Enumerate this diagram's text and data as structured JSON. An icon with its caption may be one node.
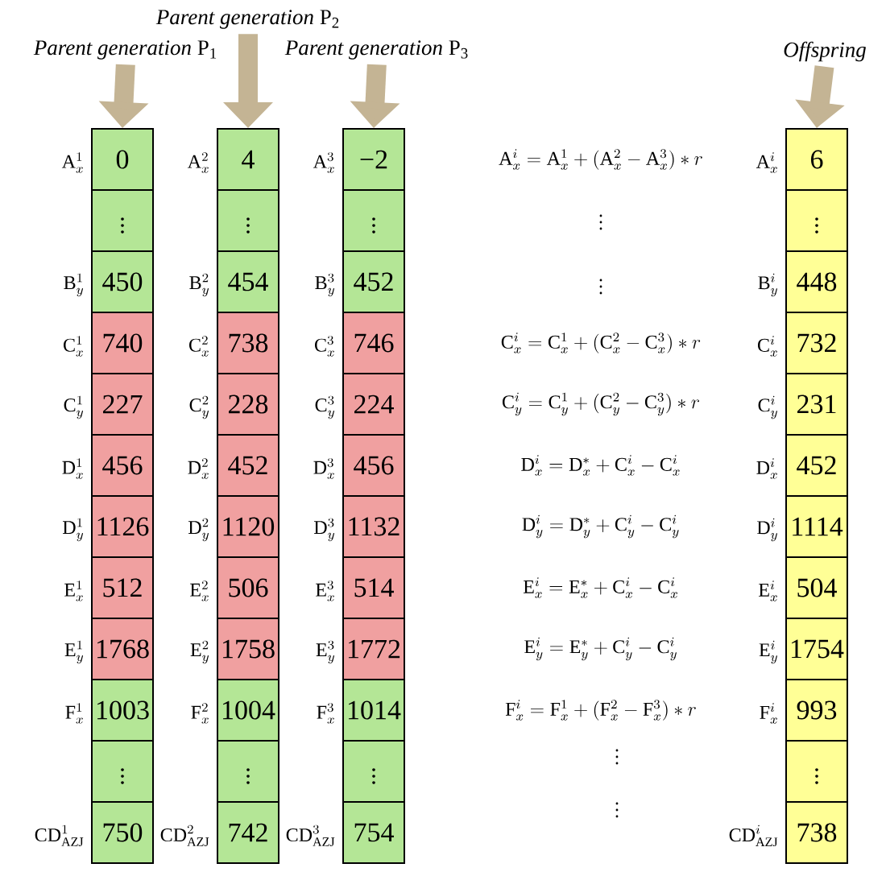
{
  "diagram": {
    "nodes": [
      {
        "text": [
          "*Parent generation* P$_{1}$"
        ]
      },
      {
        "text": [
          "*Parent generation* P$_{2}$"
        ]
      },
      {
        "text": [
          "*Parent generation* P$_{3}$"
        ]
      },
      {
        "text": [
          "Offspring"
        ]
      },
      {
        "text": [
          "0"
        ],
        "beside": [
          "\\mathrm{A}_x^1"
        ]
      },
      {
        "text": [
          "\\vdots"
        ]
      },
      {
        "text": [
          "450"
        ],
        "beside": [
          "\\mathrm{B}_y^1"
        ]
      },
      {
        "text": [
          "740"
        ],
        "beside": [
          "\\mathrm{C}_x^1"
        ]
      },
      {
        "text": [
          "227"
        ],
        "beside": [
          "\\mathrm{C}_y^1"
        ]
      },
      {
        "text": [
          "456"
        ],
        "beside": [
          "\\mathrm{D}_x^1"
        ]
      },
      {
        "text": [
          "1126"
        ],
        "beside": [
          "\\mathrm{D}_y^1"
        ]
      },
      {
        "text": [
          "512"
        ],
        "beside": [
          "\\mathrm{E}_x^1"
        ]
      },
      {
        "text": [
          "1768"
        ],
        "beside": [
          "\\mathrm{E}_y^1"
        ]
      },
      {
        "text": [
          "1003"
        ],
        "beside": [
          "\\mathrm{F}_x^1"
        ]
      },
      {
        "text": [
          "\\vdots"
        ]
      },
      {
        "text": [
          "750"
        ],
        "beside": [
          "\\mathrm{CD}_{\\mathrm{AZJ}}^1"
        ]
      },
      {
        "text": [
          "4"
        ],
        "beside": [
          "\\mathrm{A}_x^2"
        ]
      },
      {
        "text": [
          "\\vdots"
        ]
      },
      {
        "text": [
          "454"
        ],
        "beside": [
          "\\mathrm{B}_y^2"
        ]
      },
      {
        "text": [
          "738"
        ],
        "beside": [
          "\\mathrm{C}_x^2"
        ]
      },
      {
        "text": [
          "228"
        ],
        "beside": [
          "\\mathrm{C}_y^2"
        ]
      },
      {
        "text": [
          "452"
        ],
        "beside": [
          "\\mathrm{D}_x^2"
        ]
      },
      {
        "text": [
          "1120"
        ],
        "beside": [
          "\\mathrm{D}_y^2"
        ]
      },
      {
        "text": [
          "506"
        ],
        "beside": [
          "\\mathrm{E}_x^2"
        ]
      },
      {
        "text": [
          "1758"
        ],
        "beside": [
          "\\mathrm{E}_y^2"
        ]
      },
      {
        "text": [
          "1004"
        ],
        "beside": [
          "\\mathrm{F}_x^2"
        ]
      },
      {
        "text": [
          "\\vdots"
        ]
      },
      {
        "text": [
          "742"
        ],
        "beside": [
          "\\mathrm{CD}_{\\mathrm{AZJ}}^2"
        ]
      },
      {
        "text": [
          "−2"
        ],
        "beside": [
          "\\mathrm{A}_x^3"
        ]
      },
      {
        "text": [
          "\\vdots"
        ]
      },
      {
        "text": [
          "452"
        ],
        "beside": [
          "\\mathrm{B}_y^3"
        ]
      },
      {
        "text": [
          "746"
        ],
        "beside": [
          "\\mathrm{C}_x^3"
        ]
      },
      {
        "text": [
          "224"
        ],
        "beside": [
          "\\mathrm{C}_y^3"
        ]
      },
      {
        "text": [
          "456"
        ],
        "beside": [
          "\\mathrm{D}_x^3"
        ]
      },
      {
        "text": [
          "1132"
        ],
        "beside": [
          "\\mathrm{D}_y^3"
        ]
      },
      {
        "text": [
          "514"
        ],
        "beside": [
          "\\mathrm{E}_x^3"
        ]
      },
      {
        "text": [
          "1772"
        ],
        "beside": [
          "\\mathrm{E}_y^3"
        ]
      },
      {
        "text": [
          "1014"
        ],
        "beside": [
          "\\mathrm{F}_x^3"
        ]
      },
      {
        "text": [
          "\\vdots"
        ]
      },
      {
        "text": [
          "754"
        ],
        "beside": [
          "\\mathrm{CD}_{\\mathrm{AZJ}}^3"
        ]
      },
      {
        "text": [
          "6"
        ],
        "beside": [
          "\\mathrm{A}_x^i"
        ]
      },
      {
        "text": [
          "\\vdots"
        ]
      },
      {
        "text": [
          "448"
        ],
        "beside": [
          "\\mathrm{B}_y^i"
        ]
      },
      {
        "text": [
          "732"
        ],
        "beside": [
          "\\mathrm{C}_x^i"
        ]
      },
      {
        "text": [
          "231"
        ],
        "beside": [
          "\\mathrm{C}_y^i"
        ]
      },
      {
        "text": [
          "452"
        ],
        "beside": [
          "\\mathrm{D}_x^i"
        ]
      },
      {
        "text": [
          "1114"
        ],
        "beside": [
          "\\mathrm{D}_y^i"
        ]
      },
      {
        "text": [
          "504"
        ],
        "beside": [
          "\\mathrm{E}_x^i"
        ]
      },
      {
        "text": [
          "1754"
        ],
        "beside": [
          "\\mathrm{E}_y^i"
        ]
      },
      {
        "text": [
          "993"
        ],
        "beside": [
          "\\mathrm{F}_x^i"
        ]
      },
      {
        "text": [
          "\\vdots"
        ]
      },
      {
        "text": [
          "738"
        ],
        "beside": [
          "\\mathrm{CD}_{\\mathrm{AZJ}}^i"
        ]
      }
    ],
    "edges": [
      {
        "from": 0,
        "to": 4,
        "arrow": "to"
      },
      {
        "from": 1,
        "to": 16,
        "arrow": "to"
      },
      {
        "from": 2,
        "to": 28,
        "arrow": "to"
      },
      {
        "from": 3,
        "to": 40,
        "arrow": "to"
      }
    ],
    "labels": [
      "\\mathrm{A}_x^i=\\mathrm{A}_x^1+(\\mathrm{A}_x^2-\\mathrm{A}_x^3)*r",
      "\\vdots",
      "\\vdots",
      "\\mathrm{C}_x^i=\\mathrm{C}_x^1+(\\mathrm{C}_x^2-\\mathrm{C}_x^3)*r",
      "\\mathrm{C}_y^i=\\mathrm{C}_y^1+(\\mathrm{C}_y^2-\\mathrm{C}_y^3)*r",
      "\\mathrm{D}_x^i=\\mathrm{D}_x^*+\\mathrm{C}_x^i-\\mathrm{C}_x^i",
      "\\mathrm{D}_y^i=\\mathrm{D}_y^*+\\mathrm{C}_y^i-\\mathrm{C}_y^i",
      "\\mathrm{E}_x^i=\\mathrm{E}_x^*+\\mathrm{C}_x^i-\\mathrm{C}_x^i",
      "\\mathrm{E}_y^i=\\mathrm{E}_y^*+\\mathrm{C}_y^i-\\mathrm{C}_y^i",
      "\\mathrm{F}_x^i=\\mathrm{F}_x^1+(\\mathrm{F}_x^2-\\mathrm{F}_x^3)*r",
      "\\vdots",
      "\\vdots"
    ]
  }
}
